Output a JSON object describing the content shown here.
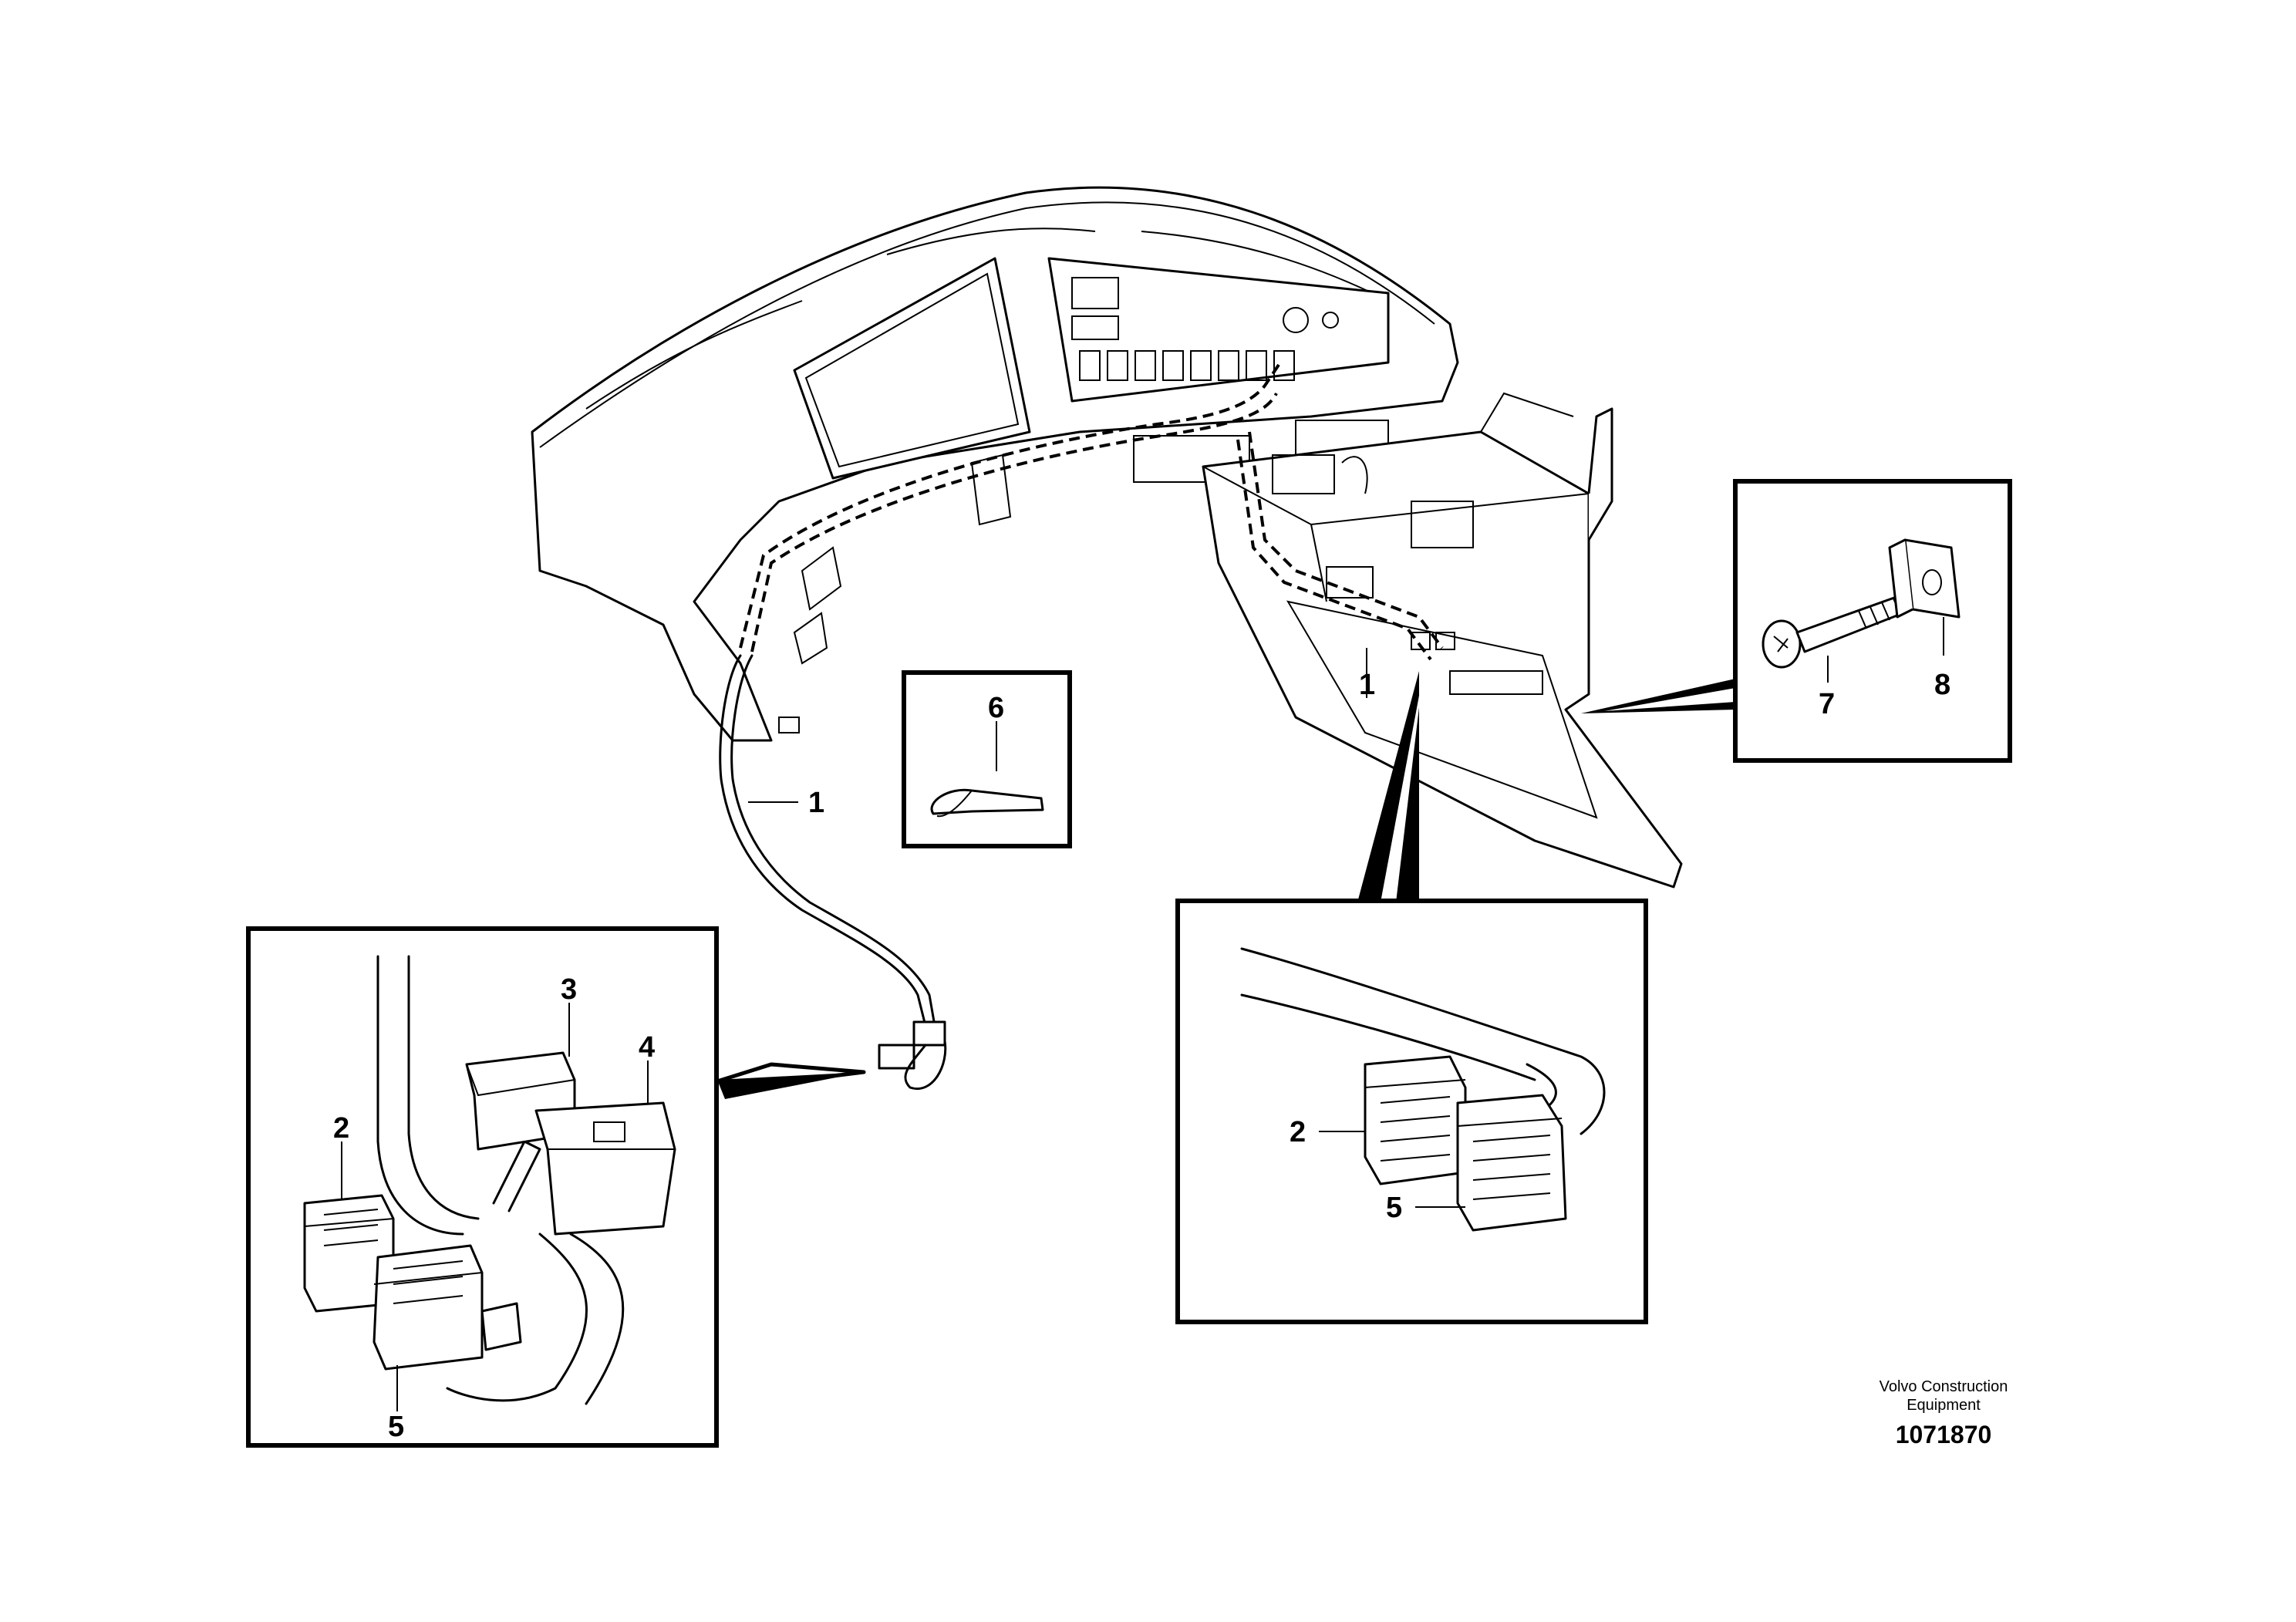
{
  "callouts": {
    "main_harness_left": "1",
    "main_harness_right": "1",
    "clip_inset": "6",
    "bolt_inset": "7",
    "nut_inset": "8",
    "left_inset_3": "3",
    "left_inset_4": "4",
    "left_inset_2": "2",
    "left_inset_5": "5",
    "right_inset_2": "2",
    "right_inset_5": "5"
  },
  "brand": {
    "line1": "Volvo Construction",
    "line2": "Equipment",
    "drawing_number": "1071870"
  }
}
